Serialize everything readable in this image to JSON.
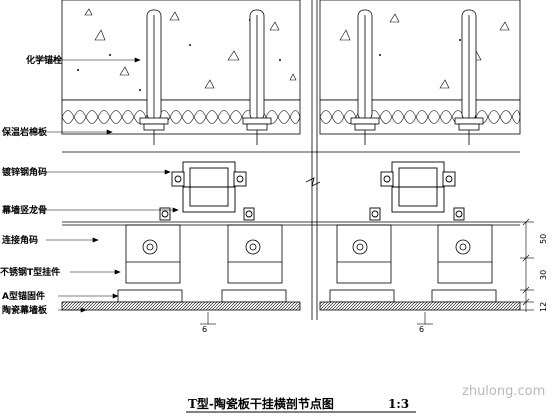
{
  "labels": {
    "chem_anchor": "化学锚栓",
    "insulation": "保温岩棉板",
    "galv_angle": "镀锌钢角码",
    "mullion": "幕墙竖龙骨",
    "connector": "连接角码",
    "t_hanger": "不锈钢T型挂件",
    "a_clip": "A型锚固件",
    "ceramic_panel": "陶瓷幕墙板"
  },
  "dimensions": {
    "d50": "50",
    "d30": "30",
    "d12": "12"
  },
  "section_marks": {
    "left": "6",
    "right": "6"
  },
  "title": "T型-陶瓷板干挂横剖节点图",
  "scale": "1:3",
  "watermark": "zhulong.com"
}
